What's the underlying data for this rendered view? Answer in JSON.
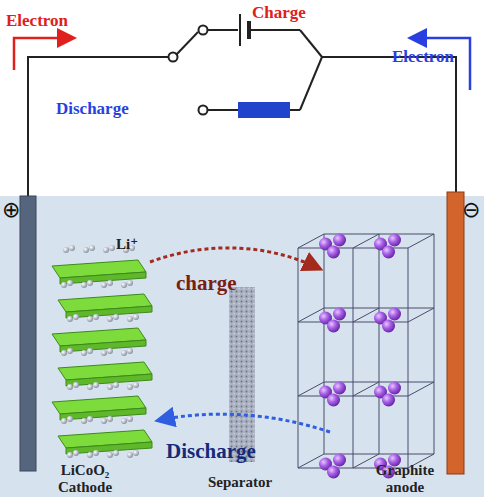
{
  "diagram": {
    "labels": [
      "Electron",
      "Charge",
      "Discharge",
      "Electron",
      "⊕",
      "⊖",
      "Li⁺",
      "charge",
      "Discharge",
      "LiCoO₂ Cathode",
      "Separator",
      "Graphite anode"
    ]
  }
}
